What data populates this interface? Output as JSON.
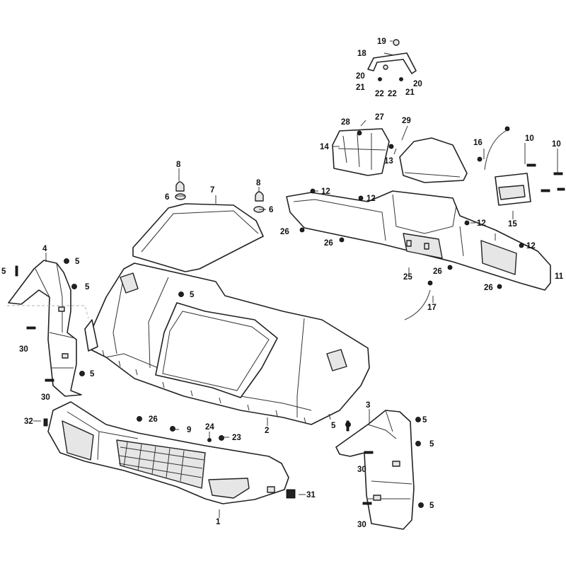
{
  "diagram": {
    "type": "exploded-parts-view",
    "subject": "ATV front body panels, hood and dash",
    "callouts": [
      "1",
      "2",
      "3",
      "4",
      "5",
      "6",
      "7",
      "8",
      "9",
      "10",
      "11",
      "12",
      "13",
      "14",
      "15",
      "16",
      "17",
      "18",
      "19",
      "20",
      "21",
      "22",
      "23",
      "24",
      "25",
      "26",
      "27",
      "28",
      "29",
      "30",
      "31",
      "32"
    ]
  }
}
